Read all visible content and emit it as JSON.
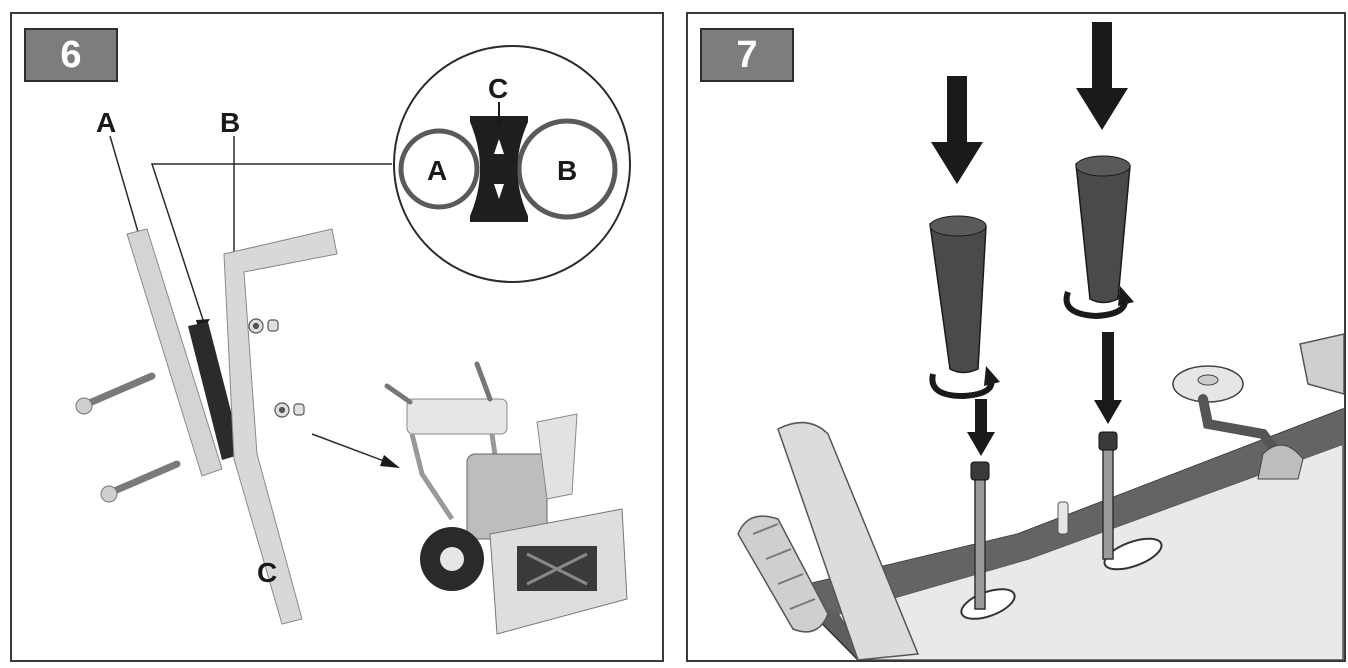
{
  "panels": [
    {
      "step": "6",
      "labels": {
        "a": "A",
        "b": "B",
        "c": "C"
      },
      "callout": {
        "a": "A",
        "b": "B",
        "c": "C"
      }
    },
    {
      "step": "7"
    }
  ]
}
